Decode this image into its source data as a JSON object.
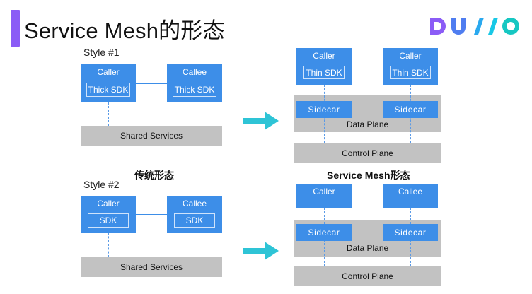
{
  "header": {
    "title": "Service Mesh的形态",
    "logo_text": "DUBBO",
    "logo_colors": [
      "#8b5cf6",
      "#4f7df0",
      "#2aa9ef",
      "#18c8e6",
      "#16c7c2"
    ],
    "accent_color": "#8b5cf6"
  },
  "left": {
    "style1_label": "Style #1",
    "style2_label": "Style #2",
    "caption": "传统形态",
    "style1": {
      "caller_title": "Caller",
      "caller_sdk": "Thick SDK",
      "callee_title": "Callee",
      "callee_sdk": "Thick SDK",
      "shared": "Shared Services"
    },
    "style2": {
      "caller_title": "Caller",
      "caller_sdk": "SDK",
      "callee_title": "Callee",
      "callee_sdk": "SDK",
      "shared": "Shared Services"
    }
  },
  "right": {
    "caption": "Service Mesh形态",
    "top": {
      "caller_title": "Caller",
      "caller_sdk": "Thin SDK",
      "callee_title": "Caller",
      "callee_sdk": "Thin SDK",
      "sidecar_left": "Sidecar",
      "sidecar_right": "Sidecar",
      "data_plane": "Data Plane",
      "control_plane": "Control Plane"
    },
    "bottom": {
      "caller_title": "Caller",
      "callee_title": "Callee",
      "sidecar_left": "Sidecar",
      "sidecar_right": "Sidecar",
      "data_plane": "Data Plane",
      "control_plane": "Control Plane"
    }
  },
  "colors": {
    "box_blue": "#3d8ee8",
    "plane_gray": "#c2c2c2",
    "arrow_cyan": "#2ec4d6"
  }
}
